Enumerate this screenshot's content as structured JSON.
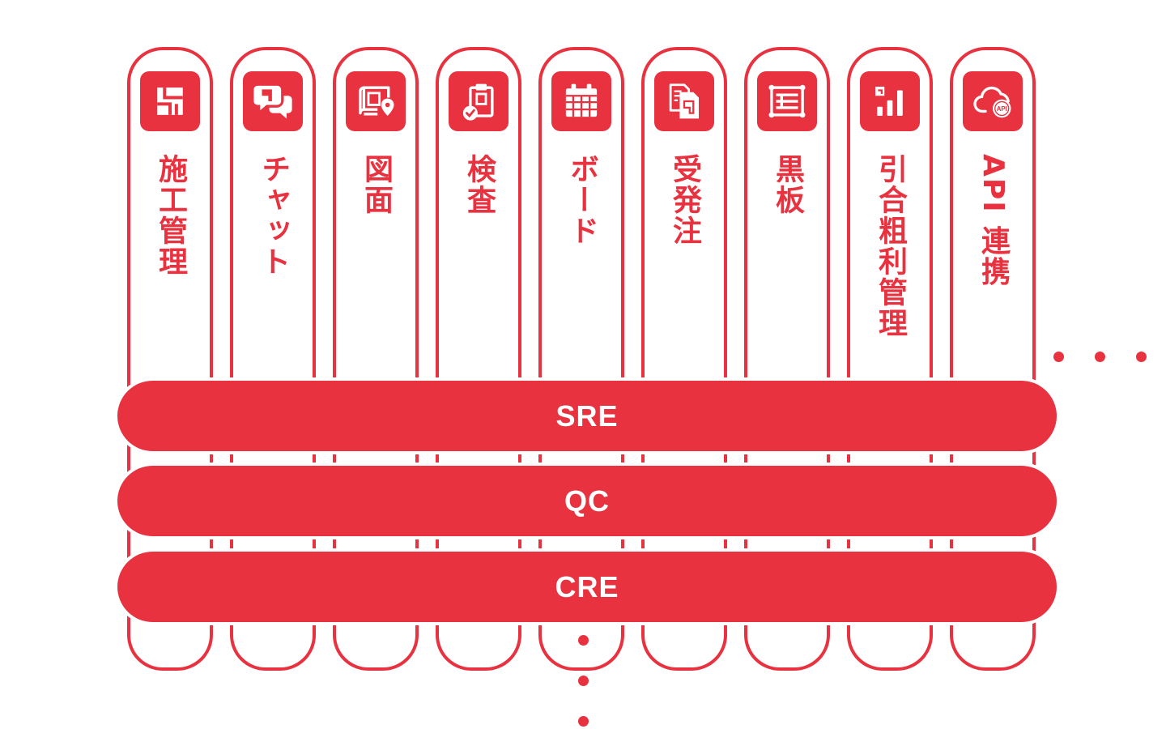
{
  "colors": {
    "accent": "#e8323f",
    "background": "#ffffff",
    "bar_text": "#ffffff"
  },
  "columns": [
    {
      "label": "施工管理",
      "icon": "logo-mark-icon"
    },
    {
      "label": "チャット",
      "icon": "chat-icon"
    },
    {
      "label": "図面",
      "icon": "blueprint-pin-icon"
    },
    {
      "label": "検査",
      "icon": "clipboard-check-icon"
    },
    {
      "label": "ボード",
      "icon": "calendar-board-icon"
    },
    {
      "label": "受発注",
      "icon": "documents-icon"
    },
    {
      "label": "黒板",
      "icon": "blackboard-icon"
    },
    {
      "label": "引合粗利管理",
      "icon": "bar-chart-icon"
    },
    {
      "label": "API 連携",
      "icon": "cloud-api-icon",
      "icon_text": "API"
    }
  ],
  "layers": [
    {
      "label": "SRE"
    },
    {
      "label": "QC"
    },
    {
      "label": "CRE"
    }
  ]
}
